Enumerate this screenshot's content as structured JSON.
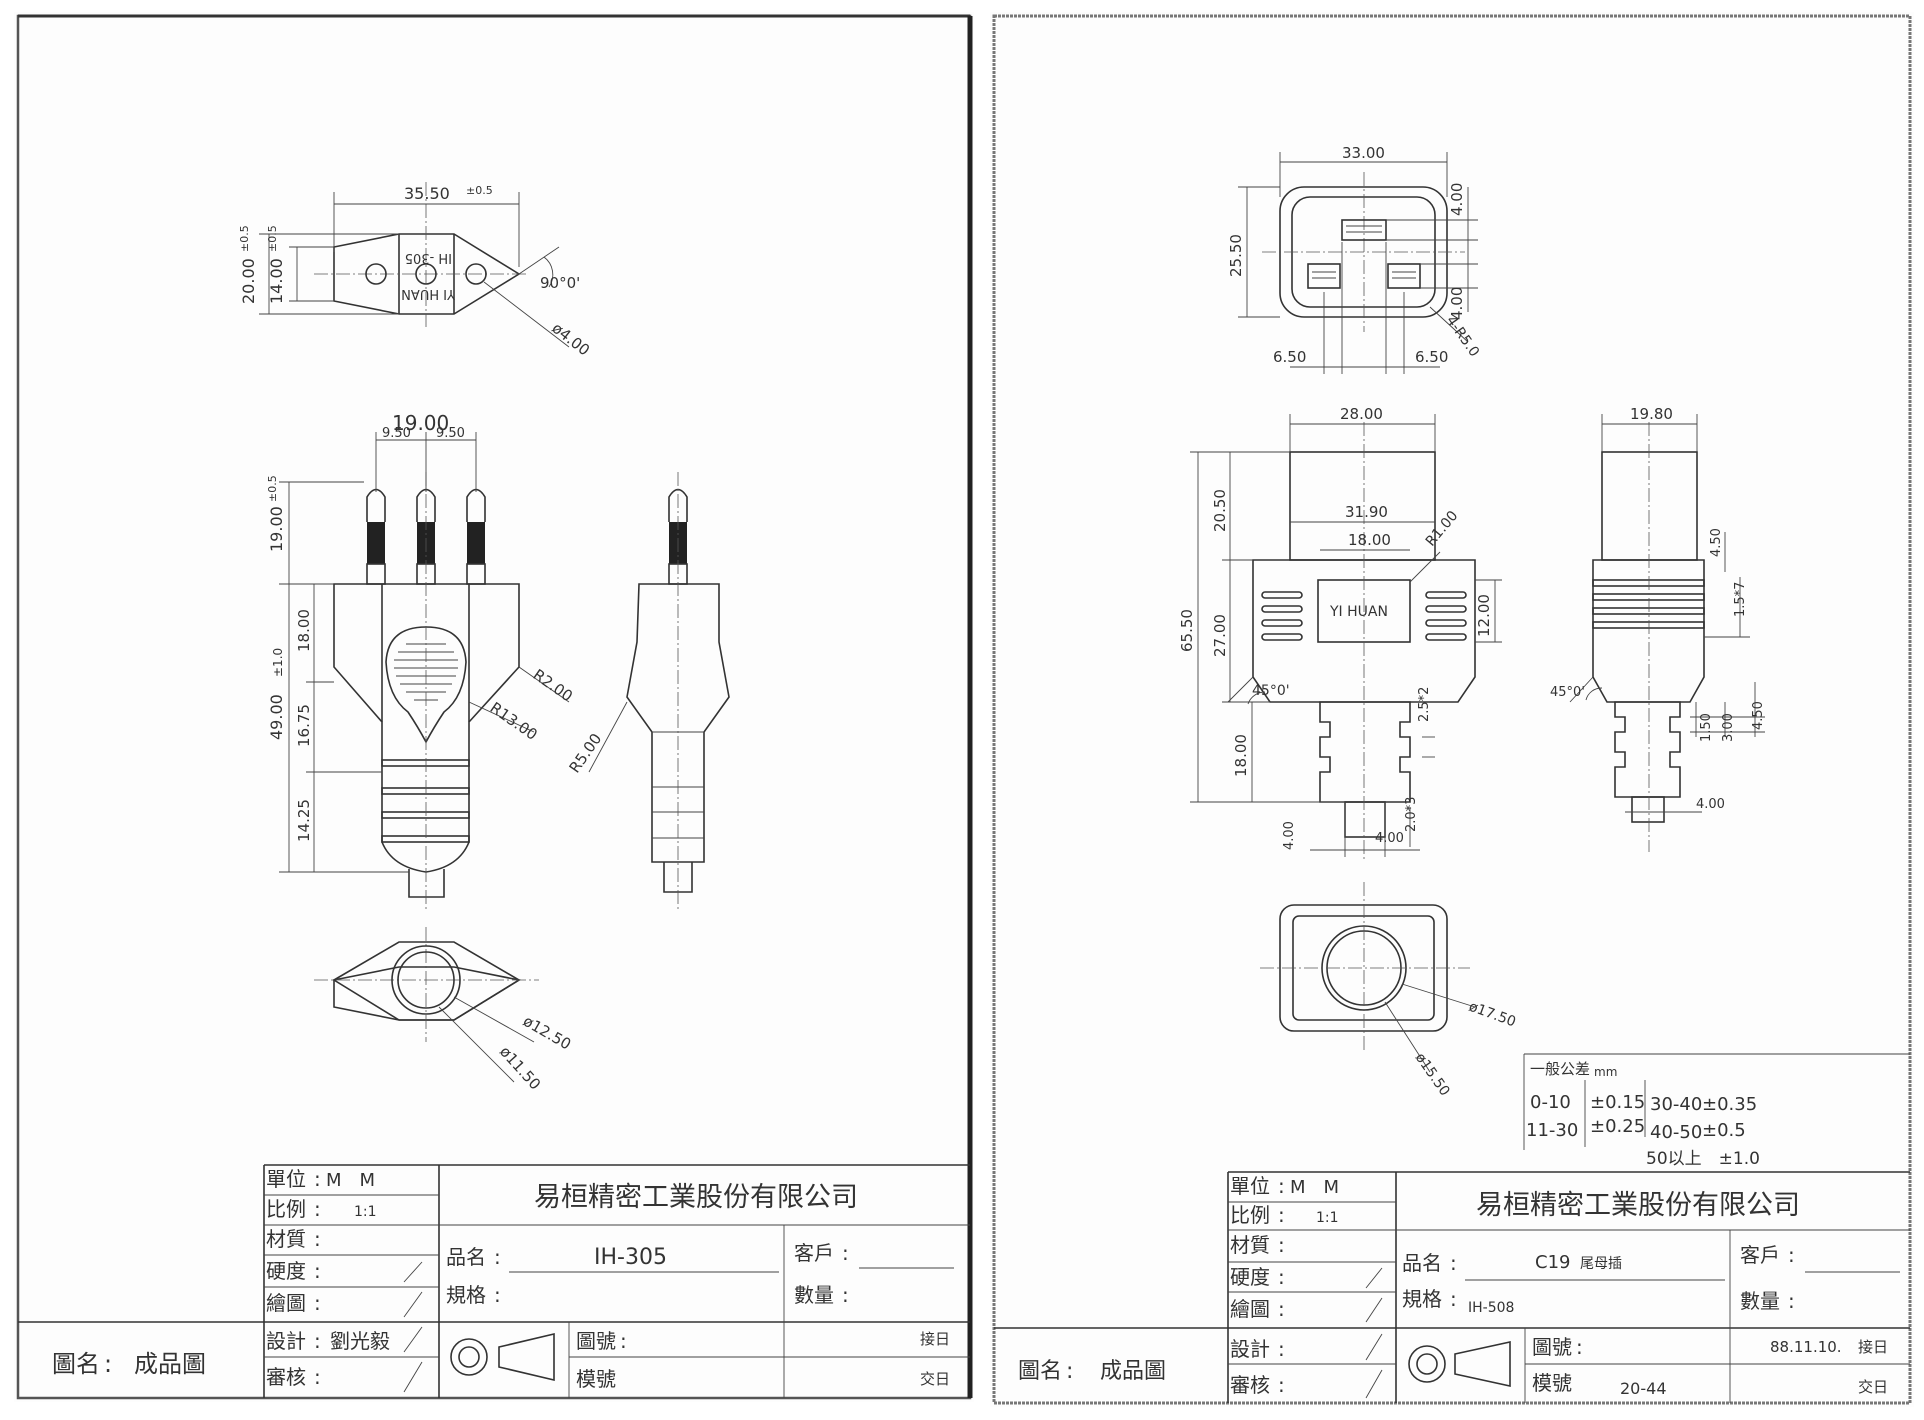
{
  "left_sheet": {
    "dims": {
      "width": "35.50",
      "width_tol": "±0.5",
      "h20": "20.00",
      "h20_tol": "±0.5",
      "h14": "14.00",
      "h14_tol": "±0.5",
      "angle": "90°0'",
      "hole": "ø4.00",
      "pin_pitch": "19.00",
      "p1": "9.50",
      "p2": "9.50",
      "pin_len": "19.00",
      "pin_len_tol": "±0.5",
      "body_len": "49.00",
      "body_len_tol": "±1.0",
      "d18": "18.00",
      "d1675": "16.75",
      "d1425": "14.25",
      "r2": "R2.00",
      "r13": "R13.00",
      "r5": "R5.00",
      "c1250": "ø12.50",
      "c1150": "ø11.50"
    },
    "plug_text": [
      "IH -305",
      "YI HUAN"
    ],
    "title_block": {
      "unit_label": "單位",
      "unit_value": "M　M",
      "scale_label": "比例",
      "scale_value": "1:1",
      "material_label": "材質",
      "hardness_label": "硬度",
      "drawn_label": "繪圖",
      "company": "易桓精密工業股份有限公司",
      "product_label": "品名",
      "product_value": "IH-305",
      "spec_label": "規格",
      "customer_label": "客戶",
      "qty_label": "數量",
      "design_label": "設計",
      "design_value": "劉光毅",
      "review_label": "審核",
      "drawing_no_label": "圖號",
      "mold_label": "模號",
      "receive_label": "接日",
      "deliver_label": "交日",
      "figure_label": "圖名",
      "figure_value": "成品圖"
    }
  },
  "right_sheet": {
    "dims": {
      "w33": "33.00",
      "h2550": "25.50",
      "d4a": "4.00",
      "d4b": "4.00",
      "r5": "4-R5.0",
      "s650a": "6.50",
      "s650b": "6.50",
      "w28": "28.00",
      "w3190": "31.90",
      "w18": "18.00",
      "r1": "R1.00",
      "h2050": "20.50",
      "h6550": "65.50",
      "h27": "27.00",
      "h12": "12.00",
      "h18": "18.00",
      "a45": "45°0'",
      "g25": "2.5*2",
      "g20": "2.0*3",
      "b4a": "4.00",
      "b4b": "4.00",
      "w1980": "19.80",
      "s450": "4.50",
      "s157": "1.5*7",
      "a45b": "45°0'",
      "s150": "1.50",
      "s300": "3.00",
      "s450b": "4.50",
      "s400": "4.00",
      "c1750": "ø17.50",
      "c1550": "ø15.50"
    },
    "label_text": "YI HUAN",
    "tolerance": {
      "title": "一般公差",
      "unit": "mm",
      "rows": [
        [
          "0-10",
          "±0.15",
          "30-40",
          "±0.35"
        ],
        [
          "11-30",
          "±0.25",
          "40-50",
          "±0.5"
        ]
      ],
      "extra": "50以上　±1.0"
    },
    "title_block": {
      "unit_label": "單位",
      "unit_value": "M　M",
      "scale_label": "比例",
      "scale_value": "1:1",
      "material_label": "材質",
      "hardness_label": "硬度",
      "drawn_label": "繪圖",
      "company": "易桓精密工業股份有限公司",
      "product_label": "品名",
      "product_value": "C19",
      "product_sub": "尾母插",
      "spec_label": "規格",
      "spec_value": "IH-508",
      "customer_label": "客戶",
      "qty_label": "數量",
      "design_label": "設計",
      "review_label": "審核",
      "drawing_no_label": "圖號",
      "mold_label": "模號",
      "mold_value": "20-44",
      "date_value": "88.11.10.",
      "receive_label": "接日",
      "deliver_label": "交日",
      "figure_label": "圖名",
      "figure_value": "成品圖"
    }
  }
}
